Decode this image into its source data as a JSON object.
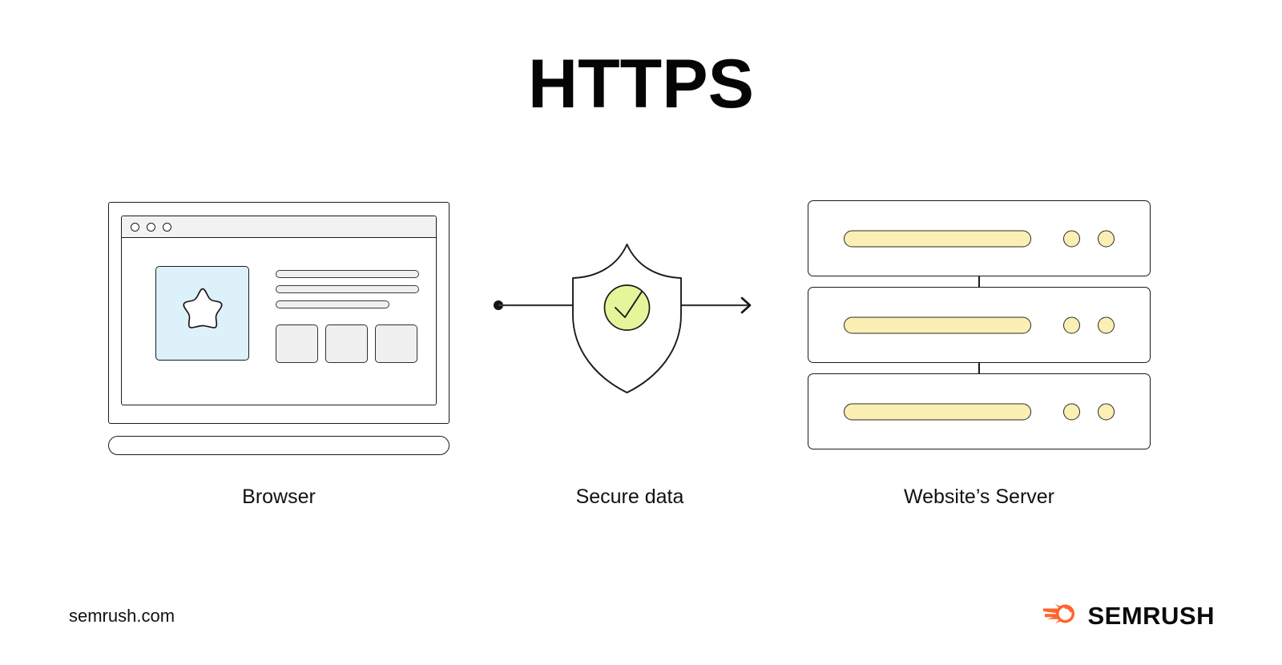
{
  "page": {
    "title": "HTTPS",
    "background_color": "#ffffff"
  },
  "diagram": {
    "type": "flow",
    "nodes": [
      {
        "id": "browser",
        "caption": "Browser",
        "icon": "laptop-browser-icon"
      },
      {
        "id": "secure",
        "caption": "Secure data",
        "icon": "shield-check-icon"
      },
      {
        "id": "server",
        "caption": "Website’s Server",
        "icon": "server-rack-icon"
      }
    ],
    "connector": {
      "name": "data-flow-arrow",
      "start_marker": "dot",
      "end_marker": "arrowhead",
      "direction": "left-to-right"
    }
  },
  "browser_mock": {
    "window_dots": [
      "dot-1",
      "dot-2",
      "dot-3"
    ],
    "image_placeholder_icon": "star-icon",
    "text_lines": 3,
    "tiles": 3
  },
  "server_mock": {
    "racks": [
      {
        "bar": "status-bar",
        "leds": 2
      },
      {
        "bar": "status-bar",
        "leds": 2
      },
      {
        "bar": "status-bar",
        "leds": 2
      }
    ]
  },
  "footer": {
    "url": "semrush.com",
    "brand": "SEMRUSH",
    "brand_icon": "semrush-comet-icon"
  },
  "colors": {
    "outline": "#1b1b1b",
    "image_placeholder": "#ddf1fb",
    "shield_check_fill": "#e4f59a",
    "server_accent": "#fbefb4",
    "brand_orange": "#ff642d",
    "title": "#050505"
  }
}
